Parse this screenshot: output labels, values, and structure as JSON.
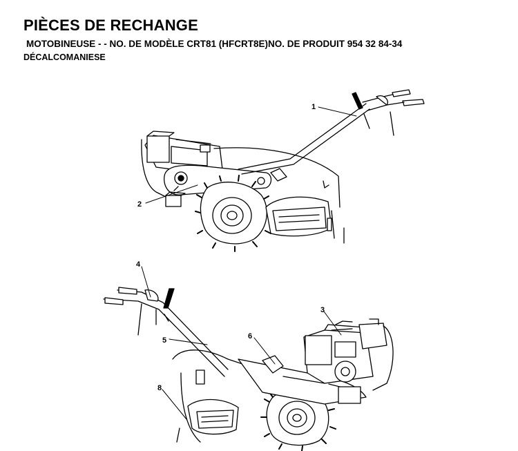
{
  "header": {
    "title": "PIÈCES DE RECHANGE",
    "subtitle": "MOTOBINEUSE - - NO.  DE MODÈLE CRT81 (HFCRT8E)NO. DE PRODUIT 954 32 84-34",
    "section": "DÉCALCOMANIESE"
  },
  "callouts": [
    "1",
    "2",
    "3",
    "4",
    "5",
    "6",
    "8"
  ]
}
